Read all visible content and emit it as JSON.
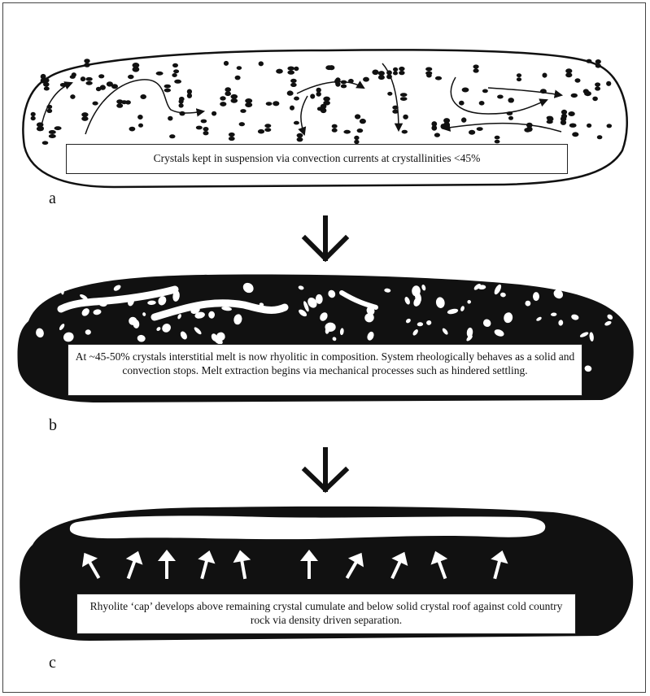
{
  "panels": [
    {
      "label": "a",
      "caption": "Crystals kept in suspension via convection currents at crystallinities <45%"
    },
    {
      "label": "b",
      "caption": "At ~45-50% crystals interstitial melt is now rhyolitic in composition. System rheologically behaves as a solid and convection stops. Melt extraction begins via mechanical processes such as hindered settling."
    },
    {
      "label": "c",
      "caption": "Rhyolite ‘cap’ develops above remaining crystal cumulate and below solid crystal roof against cold country rock via density driven separation."
    }
  ],
  "colors": {
    "fill": "#111111",
    "background": "#ffffff"
  }
}
